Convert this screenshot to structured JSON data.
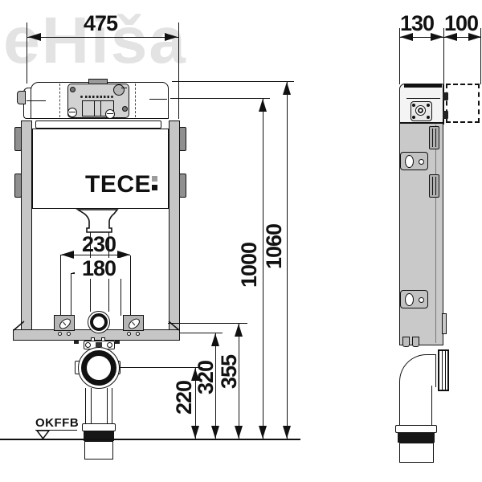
{
  "watermark": {
    "text": "LeHiša"
  },
  "drawing": {
    "brand": "TECE",
    "floor_datum": "OKFFB",
    "front": {
      "dim_width": "475",
      "dim_span_outer": "230",
      "dim_span_inner": "180",
      "dim_h_outlet": "220",
      "dim_h_320": "320",
      "dim_h_355": "355",
      "dim_h_1000": "1000",
      "dim_h_total": "1060"
    },
    "side": {
      "dim_depth": "130",
      "dim_front_zone": "100"
    }
  },
  "colors": {
    "line": "#111111",
    "frame_grey": "#c6c6c6",
    "panel_grey": "#d2d2d2",
    "seal_black": "#161616",
    "watermark_grey": "#e3e3e3",
    "background": "#ffffff"
  }
}
